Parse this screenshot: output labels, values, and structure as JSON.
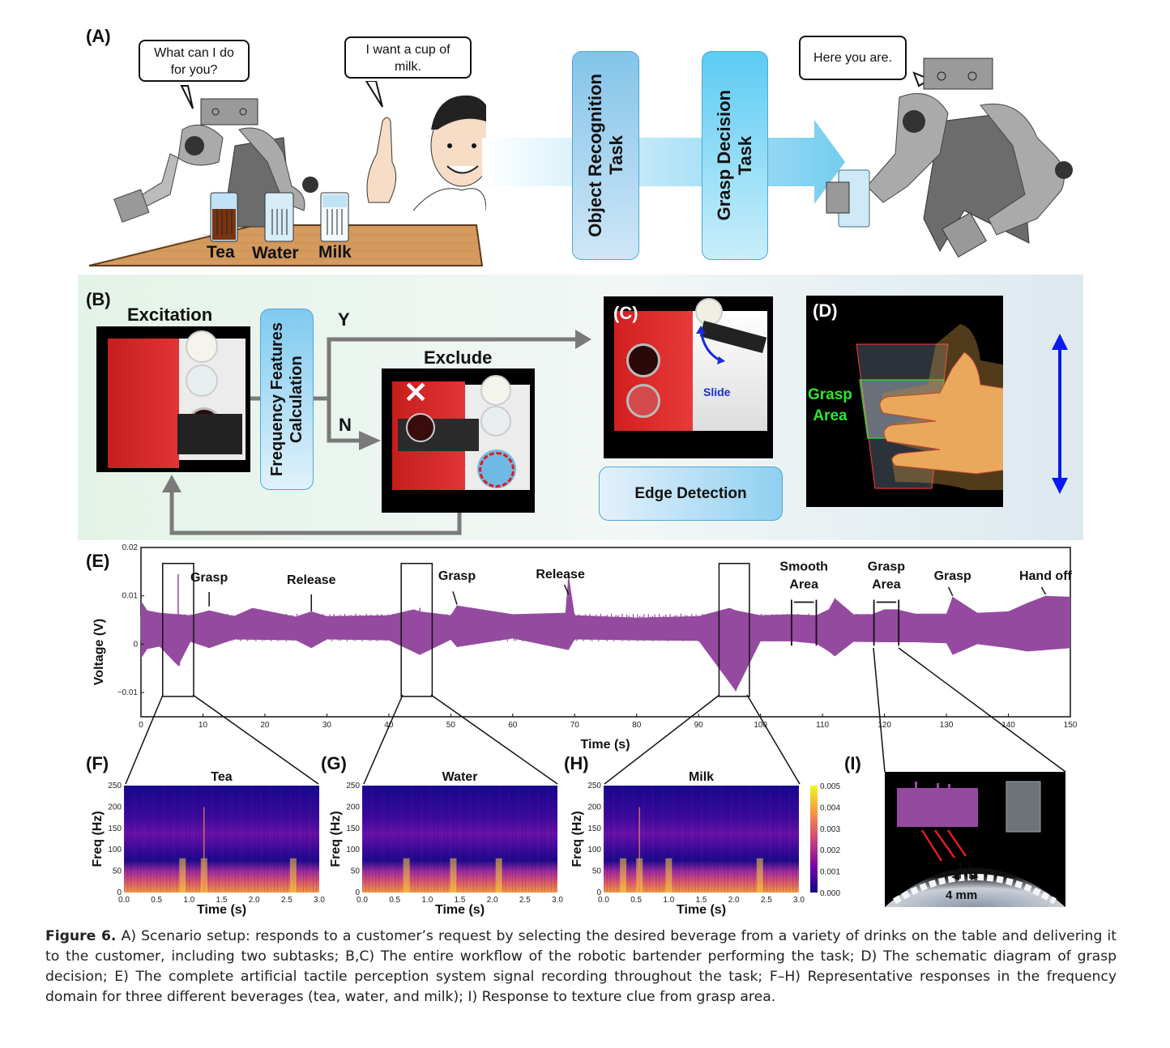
{
  "panel_a": {
    "label": "(A)",
    "robot_bubble_line1": "What can I do",
    "robot_bubble_line2": "for you?",
    "human_bubble_line1": "I want a cup of",
    "human_bubble_line2": "milk.",
    "drinks": [
      "Tea",
      "Water",
      "Milk"
    ],
    "task1_line1": "Object Recognition",
    "task1_line2": "Task",
    "task2_line1": "Grasp Decision",
    "task2_line2": "Task",
    "delivery_bubble": "Here you are."
  },
  "panel_b": {
    "label": "(B)",
    "excitation_title": "Excitation",
    "frequency_box_line1": "Frequency Features",
    "frequency_box_line2": "Calculation",
    "yes_label": "Y",
    "no_label": "N",
    "exclude_title": "Exclude"
  },
  "panel_c": {
    "label": "(C)",
    "slide_label": "Slide",
    "edge_detection": "Edge Detection"
  },
  "panel_d": {
    "label": "(D)",
    "grasp_area_line1": "Grasp",
    "grasp_area_line2": "Area"
  },
  "chart_data": [
    {
      "type": "line",
      "panel": "(E)",
      "title": "",
      "xlabel": "Time (s)",
      "ylabel": "Voltage (V)",
      "xlim": [
        0,
        150
      ],
      "ylim": [
        -0.015,
        0.02
      ],
      "x_ticks": [
        0,
        10,
        20,
        30,
        40,
        50,
        60,
        70,
        80,
        90,
        100,
        110,
        120,
        130,
        140,
        150
      ],
      "y_ticks": [
        -0.01,
        0,
        0.01,
        0.02
      ],
      "y_tick_labels": [
        "−0.01",
        "0",
        "0.01",
        "0.02"
      ],
      "series_color": "#944a9f",
      "baseline_upper": 0.0055,
      "baseline_lower": 0.0012,
      "series": [
        {
          "name": "upper envelope",
          "x": [
            0,
            1,
            3,
            8,
            11,
            15,
            18,
            25,
            27.5,
            30,
            40,
            44,
            45,
            50,
            51,
            60,
            68.5,
            69,
            70,
            80,
            90,
            95,
            96,
            100,
            105,
            109,
            111,
            112,
            115,
            118,
            120,
            122,
            125,
            130,
            131,
            135,
            140,
            143,
            146,
            150
          ],
          "y": [
            0.009,
            0.007,
            0.0065,
            0.006,
            0.007,
            0.0058,
            0.0075,
            0.0057,
            0.0068,
            0.0058,
            0.006,
            0.0072,
            0.0068,
            0.006,
            0.008,
            0.0062,
            0.0065,
            0.0145,
            0.006,
            0.0055,
            0.0058,
            0.0075,
            0.007,
            0.006,
            0.0062,
            0.006,
            0.0072,
            0.0095,
            0.0062,
            0.0062,
            0.0072,
            0.0072,
            0.0063,
            0.0063,
            0.0098,
            0.0065,
            0.0068,
            0.0085,
            0.01,
            0.0098
          ]
        },
        {
          "name": "lower envelope",
          "x": [
            0,
            1,
            3,
            6,
            8,
            11,
            15,
            25,
            27.5,
            30,
            40,
            45,
            50,
            51,
            60,
            69,
            70,
            80,
            90,
            96,
            100,
            105,
            109,
            111,
            112,
            115,
            120,
            125,
            130,
            131,
            135,
            140,
            143,
            146,
            150
          ],
          "y": [
            -0.003,
            -0.001,
            -0.0005,
            -0.0045,
            0.0005,
            -0.0008,
            0.001,
            0.0008,
            -0.0008,
            0.001,
            0.0008,
            -0.0022,
            0.0009,
            -0.0006,
            0.0012,
            -0.0012,
            0.001,
            0.0008,
            0.0007,
            -0.0097,
            0.0006,
            0.0006,
            0.0001,
            -0.0015,
            -0.0025,
            0.0005,
            0.0004,
            0.0004,
            0.0002,
            -0.0022,
            0.0,
            -0.0008,
            -0.0015,
            -0.0012,
            -0.0008
          ]
        },
        {
          "name": "spikes",
          "x": [
            6,
            6.2,
            45,
            51,
            69,
            96,
            112,
            131,
            146
          ],
          "y": [
            0.0145,
            -0.0045,
            0.0075,
            0.008,
            0.0145,
            -0.0097,
            0.0095,
            0.0098,
            0.01
          ]
        }
      ],
      "zoom_windows": [
        {
          "x_range": [
            3.5,
            8.5
          ],
          "target": "(F)"
        },
        {
          "x_range": [
            42,
            47
          ],
          "target": "(G)"
        },
        {
          "x_range": [
            93.3,
            98.2
          ],
          "target": "(H)"
        },
        {
          "x_range": [
            118.3,
            122.3
          ],
          "target": "(I)"
        }
      ],
      "annotations": [
        {
          "text": "Grasp",
          "x": 11
        },
        {
          "text": "Release",
          "x": 27.5
        },
        {
          "text": "Grasp",
          "x": 51
        },
        {
          "text": "Release",
          "x": 69
        },
        {
          "text": "Smooth Area",
          "x_range": [
            105,
            109
          ]
        },
        {
          "text": "Grasp Area",
          "x_range": [
            118.3,
            122.3
          ]
        },
        {
          "text": "Grasp",
          "x": 131
        },
        {
          "text": "Hand off",
          "x": 146
        }
      ],
      "grid": false
    },
    {
      "type": "heatmap",
      "panel": "(F)",
      "title": "Tea",
      "xlabel": "Time (s)",
      "ylabel": "Freq (Hz)",
      "xlim": [
        0,
        3.0
      ],
      "ylim": [
        0,
        250
      ],
      "x_ticks": [
        "0.0",
        "0.5",
        "1.0",
        "1.5",
        "2.0",
        "2.5",
        "3.0"
      ],
      "y_ticks": [
        "0",
        "50",
        "100",
        "150",
        "200",
        "250"
      ],
      "bright_events_s": [
        0.9,
        1.23,
        2.6
      ],
      "colormap": "plasma",
      "clim": [
        0,
        0.005
      ]
    },
    {
      "type": "heatmap",
      "panel": "(G)",
      "title": "Water",
      "xlabel": "Time (s)",
      "ylabel": "Freq (Hz)",
      "xlim": [
        0,
        3.0
      ],
      "ylim": [
        0,
        250
      ],
      "x_ticks": [
        "0.0",
        "0.5",
        "1.0",
        "1.5",
        "2.0",
        "2.5",
        "3.0"
      ],
      "y_ticks": [
        "0",
        "50",
        "100",
        "150",
        "200",
        "250"
      ],
      "bright_events_s": [
        0.68,
        1.4,
        2.1
      ],
      "colormap": "plasma",
      "clim": [
        0,
        0.005
      ]
    },
    {
      "type": "heatmap",
      "panel": "(H)",
      "title": "Milk",
      "xlabel": "Time (s)",
      "ylabel": "Freq (Hz)",
      "xlim": [
        0,
        3.0
      ],
      "ylim": [
        0,
        250
      ],
      "x_ticks": [
        "0.0",
        "0.5",
        "1.0",
        "1.5",
        "2.0",
        "2.5",
        "3.0"
      ],
      "y_ticks": [
        "0",
        "50",
        "100",
        "150",
        "200",
        "250"
      ],
      "bright_events_s": [
        0.3,
        0.55,
        1.0,
        2.4
      ],
      "colormap": "plasma",
      "clim": [
        0,
        0.005
      ],
      "colorbar_ticks": [
        "0.000",
        "0.001",
        "0.002",
        "0.003",
        "0.004",
        "0.005"
      ]
    }
  ],
  "panel_e": {
    "label": "(E)"
  },
  "panel_f": {
    "label": "(F)"
  },
  "panel_g": {
    "label": "(G)"
  },
  "panel_h": {
    "label": "(H)"
  },
  "panel_i": {
    "label": "(I)",
    "spacing_label": "4 mm"
  },
  "caption": {
    "figure_number": "Figure 6.",
    "text": "A) Scenario setup: responds to a customer’s request by selecting the desired beverage from a variety of drinks on the table and delivering it to the customer, including two subtasks; B,C) The entire workflow of the robotic bartender performing the task; D) The schematic diagram of grasp decision; E) The complete artificial tactile perception system signal recording throughout the task; F–H) Representative responses in the frequency domain for three different beverages (tea, water, and milk); I) Response to texture clue from grasp area."
  }
}
